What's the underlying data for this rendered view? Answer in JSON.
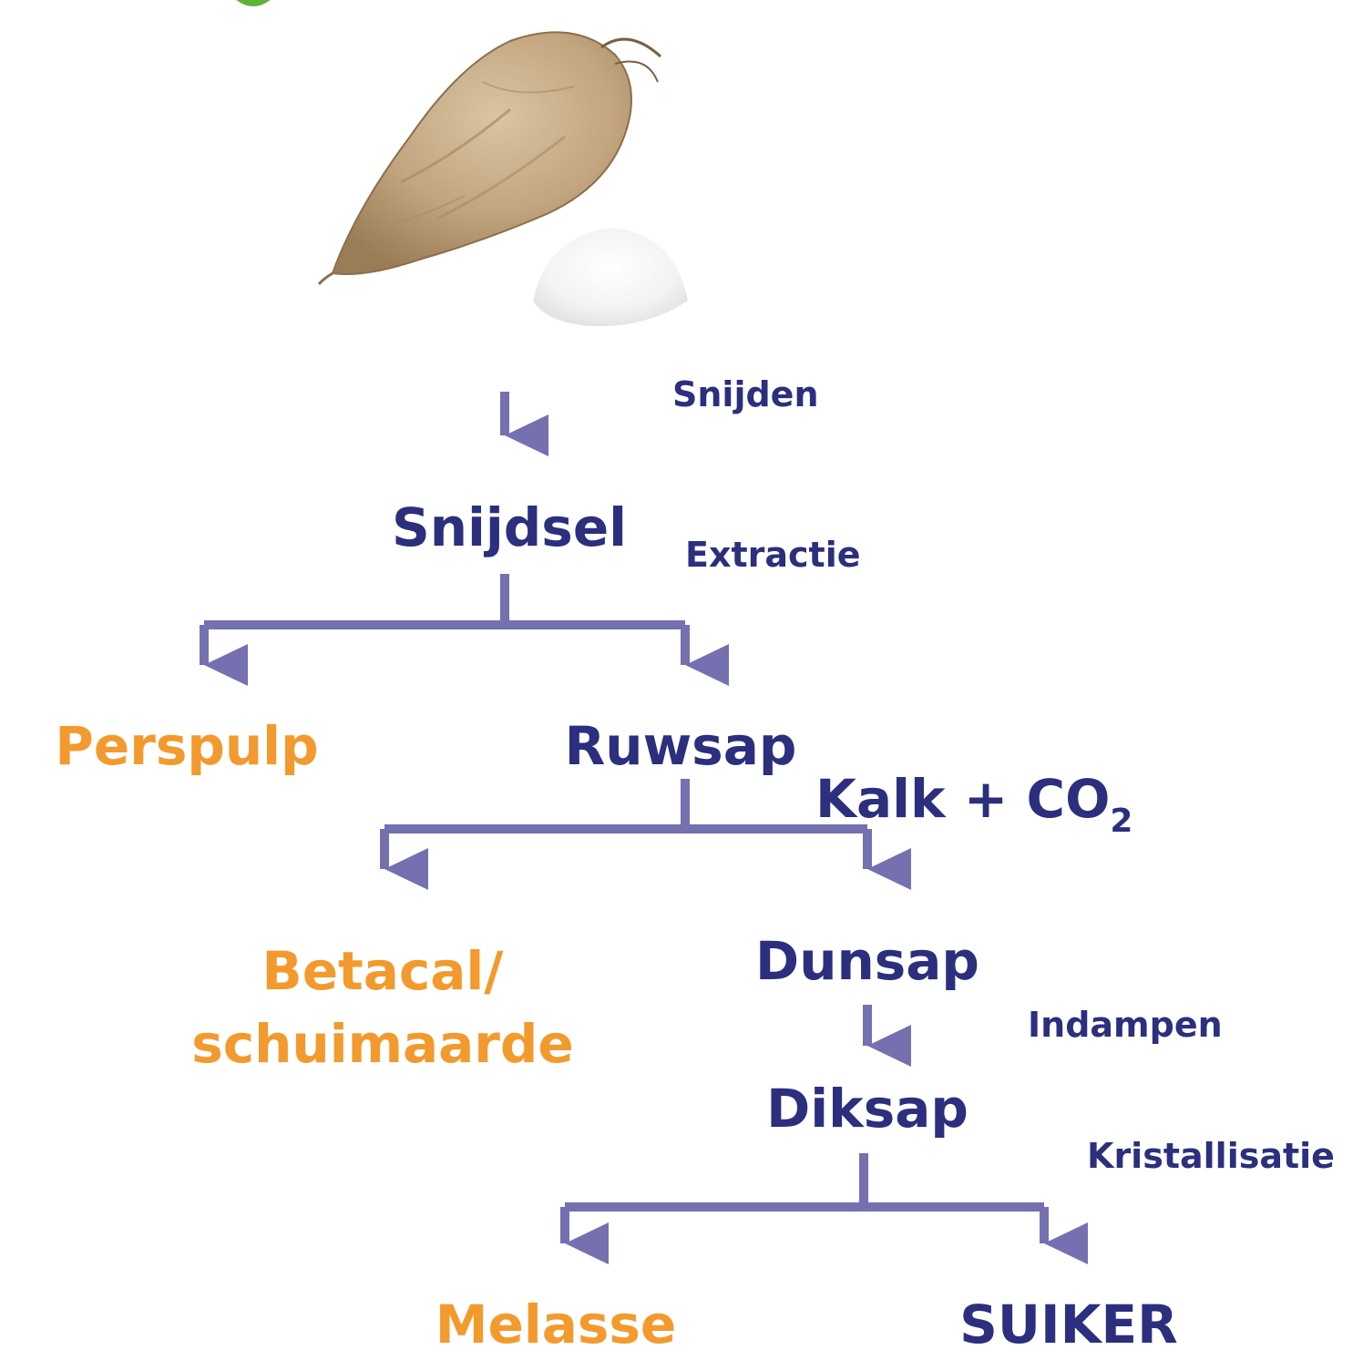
{
  "colors": {
    "main_flow": "#2b2f7d",
    "by_product": "#f39a2e",
    "arrow": "#7570b0",
    "heading_accent": "#5fb336"
  },
  "image": {
    "subject": "sugar beet with a small pile of sugar",
    "icon": "sugar-beet-illustration"
  },
  "steps": {
    "cutting": "Snijden",
    "extraction": "Extractie",
    "lime_co2_main": "Kalk + CO",
    "lime_co2_sub": "2",
    "evaporation": "Indampen",
    "crystallisation": "Kristallisatie"
  },
  "products": {
    "cossettes": "Snijdsel",
    "pressed_pulp": "Perspulp",
    "raw_juice": "Ruwsap",
    "betacal_line1": "Betacal/",
    "betacal_line2": "schuimaarde",
    "thin_juice": "Dunsap",
    "thick_juice": "Diksap",
    "molasses": "Melasse",
    "sugar": "SUIKER"
  }
}
